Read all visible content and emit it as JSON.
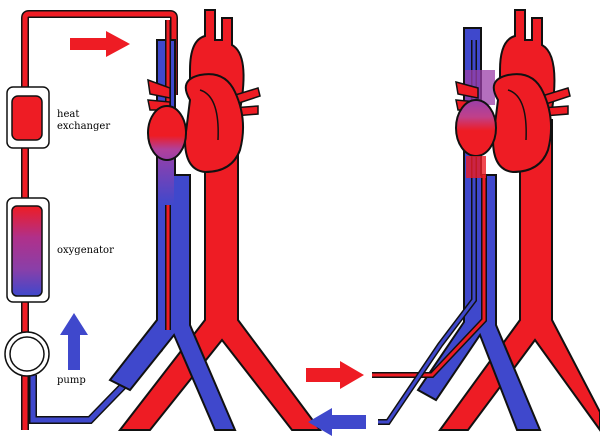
{
  "labels": {
    "heat_exchanger_line1": "heat",
    "heat_exchanger_line2": "exchanger",
    "oxygenator": "oxygenator",
    "pump": "pump"
  },
  "colors": {
    "arterial": "#ee1c24",
    "venous": "#3f48cc",
    "mixed": "#9b3fa8",
    "outline": "#111111",
    "background": "#ffffff"
  },
  "icons": [
    "arrow-right-icon",
    "arrow-up-icon",
    "arrow-left-icon"
  ]
}
